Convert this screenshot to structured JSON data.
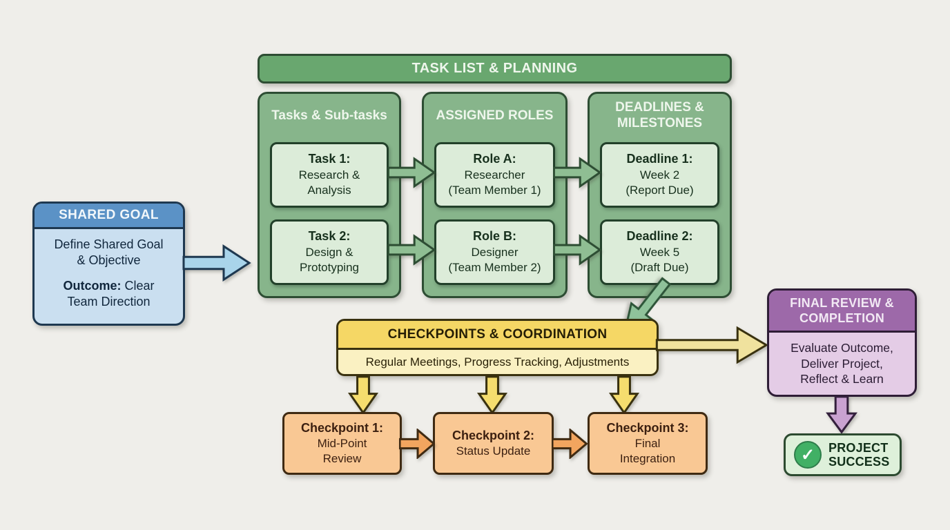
{
  "title_bar": {
    "label": "TASK LIST & PLANNING"
  },
  "columns": [
    {
      "title": "Tasks & Sub-tasks",
      "cards": [
        {
          "heading": "Task 1:",
          "body": [
            "Research &",
            "Analysis"
          ]
        },
        {
          "heading": "Task 2:",
          "body": [
            "Design &",
            "Prototyping"
          ]
        }
      ]
    },
    {
      "title": "ASSIGNED ROLES",
      "cards": [
        {
          "heading": "Role A:",
          "body": [
            "Researcher",
            "(Team Member 1)"
          ]
        },
        {
          "heading": "Role B:",
          "body": [
            "Designer",
            "(Team Member 2)"
          ]
        }
      ]
    },
    {
      "title": [
        "DEADLINES &",
        "MILESTONES"
      ],
      "cards": [
        {
          "heading": "Deadline 1:",
          "body": [
            "Week 2",
            "(Report Due)"
          ]
        },
        {
          "heading": "Deadline 2:",
          "body": [
            "Week 5",
            "(Draft Due)"
          ]
        }
      ]
    }
  ],
  "shared_goal": {
    "header": "SHARED GOAL",
    "line1": [
      "Define Shared Goal",
      "& Objective"
    ],
    "outcome_label": "Outcome:",
    "outcome_rest": " Clear Team Direction"
  },
  "coordination": {
    "header": "CHECKPOINTS & COORDINATION",
    "body": "Regular Meetings, Progress Tracking, Adjustments"
  },
  "checkpoints": [
    {
      "heading": "Checkpoint 1:",
      "body": [
        "Mid-Point",
        "Review"
      ]
    },
    {
      "heading": "Checkpoint 2:",
      "body": [
        "Status Update"
      ]
    },
    {
      "heading": "Checkpoint 3:",
      "body": [
        "Final",
        "Integration"
      ]
    }
  ],
  "final_review": {
    "header": [
      "FINAL REVIEW &",
      "COMPLETION"
    ],
    "body": [
      "Evaluate Outcome,",
      "Deliver Project,",
      "Reflect & Learn"
    ]
  },
  "success": {
    "label": [
      "PROJECT",
      "SUCCESS"
    ],
    "check": "✓"
  },
  "colors": {
    "background": "#efeeea",
    "green_header": "#69a76f",
    "green_panel": "#87b58b",
    "green_card": "#dcecd9",
    "green_border": "#2d4d33",
    "green_arrow": "#8fbe93",
    "blue_header": "#5b92c6",
    "blue_body": "#cadff0",
    "blue_arrow": "#a9d4ea",
    "yellow_header": "#f5d765",
    "yellow_body": "#faf1c2",
    "yellow_arrow": "#f5dd6e",
    "orange_card": "#f9c894",
    "orange_arrow": "#f2a55f",
    "purple_header": "#9d69a9",
    "purple_body": "#e4cce6",
    "purple_arrow": "#c9a2d1",
    "success_bg": "#def0da",
    "success_check": "#41b065"
  }
}
